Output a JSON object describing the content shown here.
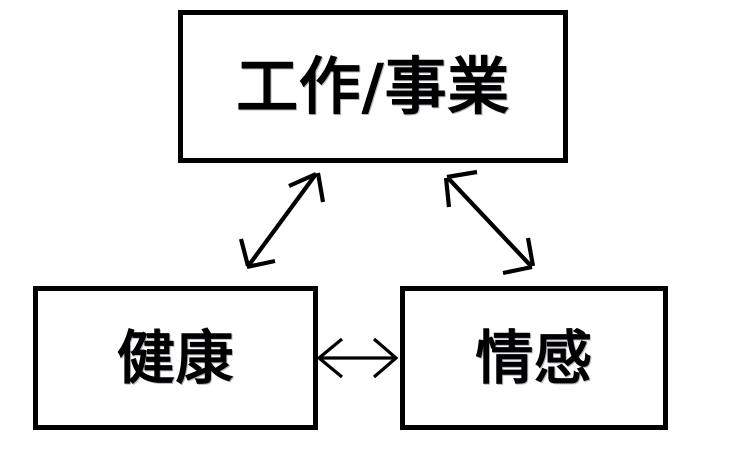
{
  "diagram": {
    "title": "",
    "background_color": "#ffffff",
    "stroke_color": "#000000",
    "nodes": [
      {
        "id": "work",
        "label": "工作/事業",
        "position": "top-center"
      },
      {
        "id": "health",
        "label": "健康",
        "position": "bottom-left"
      },
      {
        "id": "emotion",
        "label": "情感",
        "position": "bottom-right"
      }
    ],
    "connections": [
      {
        "id": "work-health",
        "from": "health",
        "to": "work",
        "style": "double-headed-arrow",
        "orientation": "diagonal-up-right"
      },
      {
        "id": "work-emotion",
        "from": "work",
        "to": "emotion",
        "style": "double-headed-arrow",
        "orientation": "diagonal-down-right"
      },
      {
        "id": "health-emotion",
        "from": "health",
        "to": "emotion",
        "style": "double-headed-arrow",
        "orientation": "horizontal"
      }
    ]
  }
}
